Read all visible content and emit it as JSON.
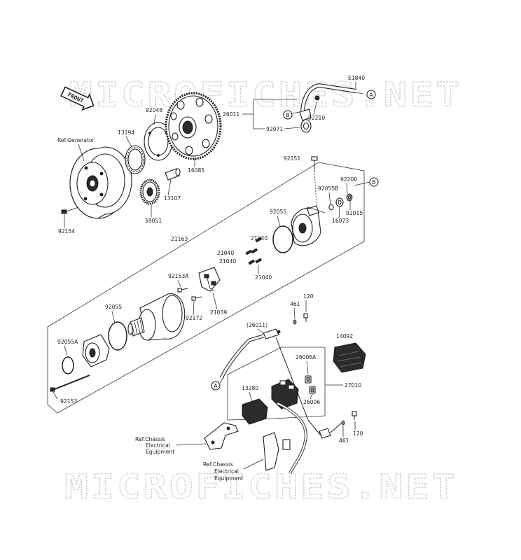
{
  "watermark": "MICROFICHES.NET",
  "front_label": "FRONT",
  "refs": {
    "generator": "Ref.Generator",
    "chassis_1": [
      "Ref.Chassis",
      "Electrical",
      "Equipment"
    ],
    "chassis_2": [
      "Ref.Chassis",
      "Electrical",
      "Equipment"
    ]
  },
  "connectors": [
    "A",
    "B",
    "A",
    "B"
  ],
  "part_numbers": {
    "e1840": "E1840",
    "p26011": "26011",
    "p92210": "92210",
    "p92071": "92071",
    "p92048": "92048",
    "p13194": "13194",
    "p16085": "16085",
    "p13107": "13107",
    "p59051": "59051",
    "p92154": "92154",
    "p92151": "92151",
    "p92200": "92200",
    "p92055b": "92055B",
    "p16073": "16073",
    "p92015": "92015",
    "p92055_top": "92055",
    "p21163": "21163",
    "p21040_a": "21040",
    "p21040_b": "21040",
    "p21040_c": "21040",
    "p21040_d": "21040",
    "p92153a": "92153A",
    "p92172": "92172",
    "p21039": "21039",
    "p92055_mid": "92055",
    "p92055a": "92055A",
    "p92153": "92153",
    "p461_a": "461",
    "p120_a": "120",
    "p26011_paren": "(26011)",
    "p14092": "14092",
    "p26006a": "26006A",
    "p27010": "27010",
    "p13280": "13280",
    "p26006": "26006",
    "p461_b": "461",
    "p120_b": "120"
  }
}
